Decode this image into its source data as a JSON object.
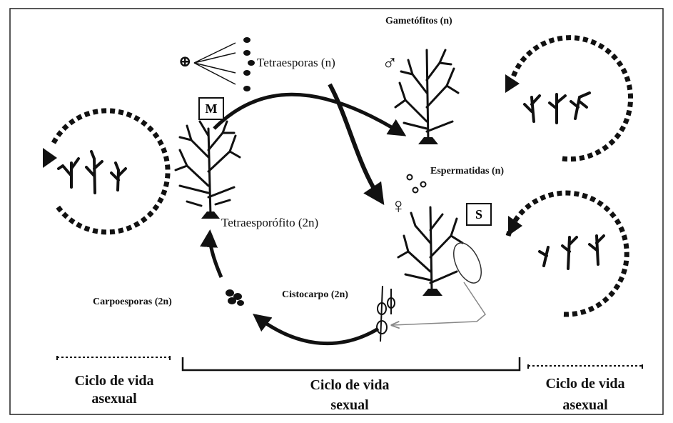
{
  "labels": {
    "gametofitos": "Gametófitos (n)",
    "tetraesporas": "Tetraesporas (n)",
    "espermatidas": "Espermatidas (n)",
    "tetraesporofito": "Tetraesporófito (2n)",
    "carpoesporas": "Carpoesporas (2n)",
    "cistocarpo": "Cistocarpo (2n)"
  },
  "boxes": {
    "m": "M",
    "s": "S"
  },
  "bottom": {
    "left_line1": "Ciclo de vida",
    "left_line2": "asexual",
    "center_line1": "Ciclo de vida",
    "center_line2": "sexual",
    "right_line1": "Ciclo de vida",
    "right_line2": "asexual"
  },
  "symbols": {
    "male": "♂",
    "female": "♀",
    "plus": "⊕"
  }
}
